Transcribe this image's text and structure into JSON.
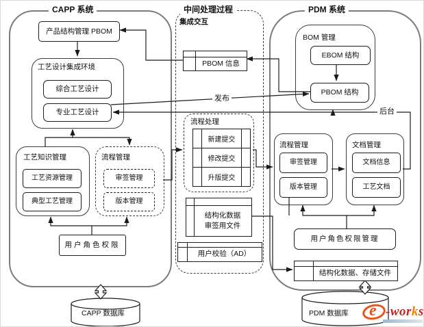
{
  "colors": {
    "line": "#1a1a1a",
    "container_border": "#7b7b7b",
    "logo_orange": "#e8531a",
    "logo_red": "#c32222",
    "logo_bar": "#9fb8c9"
  },
  "capp": {
    "title": "CAPP 系统",
    "product_structure": "产品结构管理 PBOM",
    "integration_env": {
      "label": "工艺设计集成环境",
      "items": [
        "综合工艺设计",
        "专业工艺设计"
      ]
    },
    "knowledge": {
      "label": "工艺知识管理",
      "items": [
        "工艺资源管理",
        "典型工艺管理"
      ]
    },
    "process_mgmt": {
      "label": "流程管理",
      "items": [
        "审签管理",
        "版本管理"
      ]
    },
    "user_role": "用户角色权限",
    "database": "CAPP 数据库"
  },
  "middle": {
    "title": "中间处理过程",
    "integration_exchange": "集成交互",
    "pbom_info": "PBOM 信息",
    "publish_label": "发布",
    "process_handling": {
      "label": "流程处理",
      "rows": [
        "新建提交",
        "修改提交",
        "升版提交"
      ]
    },
    "structured_data": {
      "line1": "结构化数据",
      "line2": "审签用文件"
    },
    "user_verify": "用户校验（AD）"
  },
  "pdm": {
    "title": "PDM 系统",
    "backstage_label": "后台",
    "bom_mgmt": {
      "label": "BOM 管理",
      "items": [
        "EBOM 结构",
        "PBOM 结构"
      ]
    },
    "process_mgmt": {
      "label": "流程管理",
      "items": [
        "审签管理",
        "版本管理"
      ]
    },
    "doc_mgmt": {
      "label": "文档管理",
      "items": [
        "文档信息",
        "工艺文档"
      ]
    },
    "user_role": "用户角色权限管理",
    "structured_storage": "结构化数据、存储文件",
    "database": "PDM 数据库"
  },
  "logo": {
    "e": "e",
    "dash": "-",
    "part1": "wor",
    "part2": "k",
    "part3": "s"
  }
}
